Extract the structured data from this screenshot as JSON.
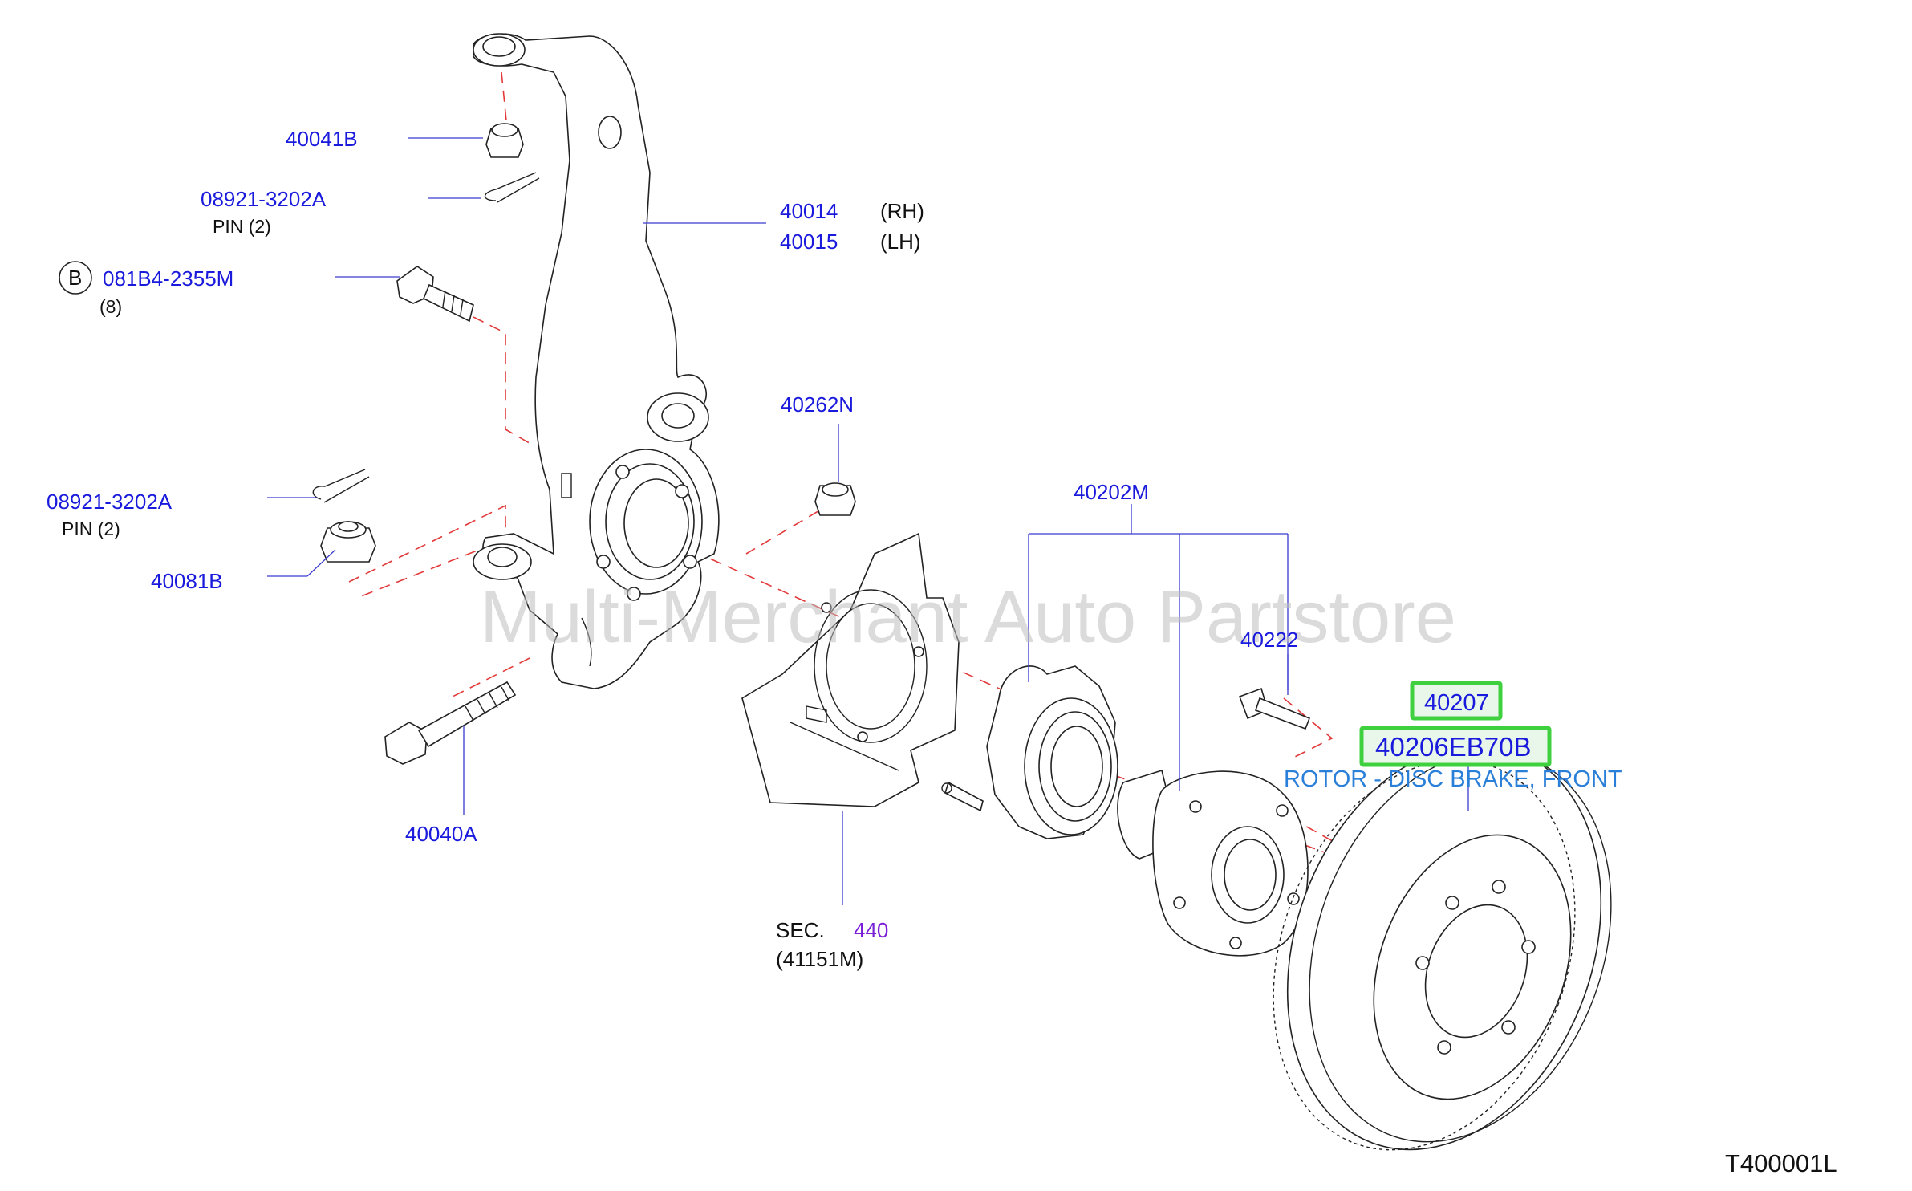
{
  "diagram_code": "T400001L",
  "watermark": "Multi-Merchant Auto Partstore",
  "colors": {
    "part_number": "#1a1adc",
    "highlight_border": "#3fd03f",
    "description": "#2a7fd8",
    "section_ref": "#7a1fd6",
    "assembly_line": "#e23a3a"
  },
  "callouts": {
    "p40041B": "40041B",
    "p08921_top": "08921-3202A",
    "p08921_top_sub": "PIN  (2)",
    "p40014": "40014",
    "p40014_side": "(RH)",
    "p40015": "40015",
    "p40015_side": "(LH)",
    "bolt_marker": "B",
    "p081B4": "081B4-2355M",
    "p081B4_qty": "(8)",
    "p40262N": "40262N",
    "p08921_mid": "08921-3202A",
    "p08921_mid_sub": "PIN  (2)",
    "p40081B": "40081B",
    "p40202M": "40202M",
    "p40222": "40222",
    "p40040A": "40040A",
    "sec_label": "SEC.",
    "sec_number": "440",
    "sec_sub": "(41151M)"
  },
  "highlighted": {
    "p40207": "40207",
    "p40206": "40206EB70B",
    "description": "ROTOR - DISC BRAKE, FRONT"
  }
}
